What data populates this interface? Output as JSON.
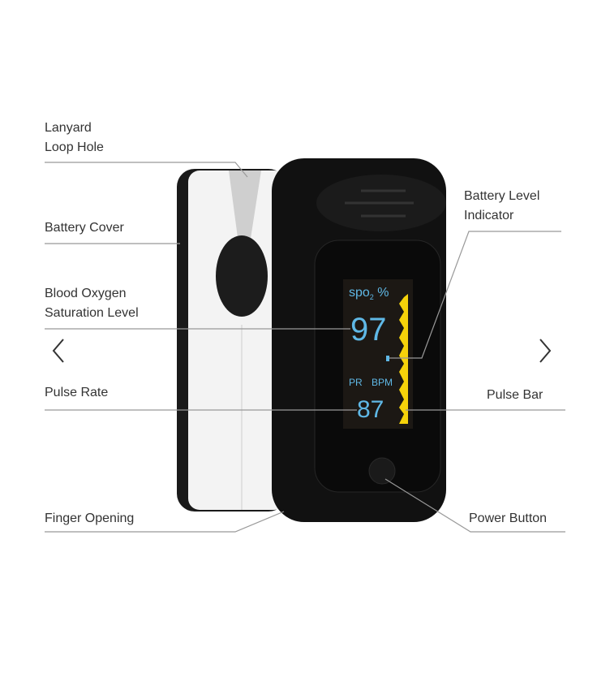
{
  "labels": {
    "lanyard_line1": "Lanyard",
    "lanyard_line2": "Loop Hole",
    "battery_cover": "Battery Cover",
    "blood_oxygen_line1": "Blood Oxygen",
    "blood_oxygen_line2": "Saturation Level",
    "pulse_rate": "Pulse Rate",
    "finger_opening": "Finger Opening",
    "battery_level_line1": "Battery Level",
    "battery_level_line2": "Indicator",
    "pulse_bar": "Pulse Bar",
    "power_button": "Power Button"
  },
  "display": {
    "spo2_label": "spo",
    "spo2_sub": "2",
    "percent": "%",
    "spo2_value": "97",
    "pr_label": "PR",
    "bpm_label": "BPM",
    "pr_value": "87"
  },
  "colors": {
    "display_text": "#5fb8e6",
    "pulse_bar": "#f5d20a"
  }
}
